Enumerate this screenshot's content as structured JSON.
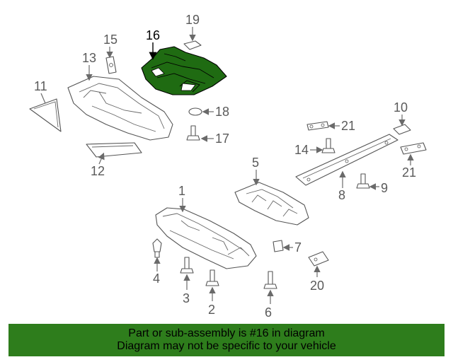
{
  "callouts": {
    "p1": "1",
    "p2": "2",
    "p3": "3",
    "p4": "4",
    "p5": "5",
    "p6": "6",
    "p7": "7",
    "p8": "8",
    "p9": "9",
    "p10": "10",
    "p11": "11",
    "p12": "12",
    "p13": "13",
    "p14": "14",
    "p15": "15",
    "p16": "16",
    "p17": "17",
    "p18": "18",
    "p19": "19",
    "p20": "20",
    "p21a": "21",
    "p21b": "21"
  },
  "highlight": {
    "part": "16",
    "color": "#1f6b12"
  },
  "banner": {
    "line1": "Part or sub-assembly is #16 in diagram",
    "line2": "Diagram may not be specific to your vehicle",
    "color": "#2e7d1c"
  }
}
